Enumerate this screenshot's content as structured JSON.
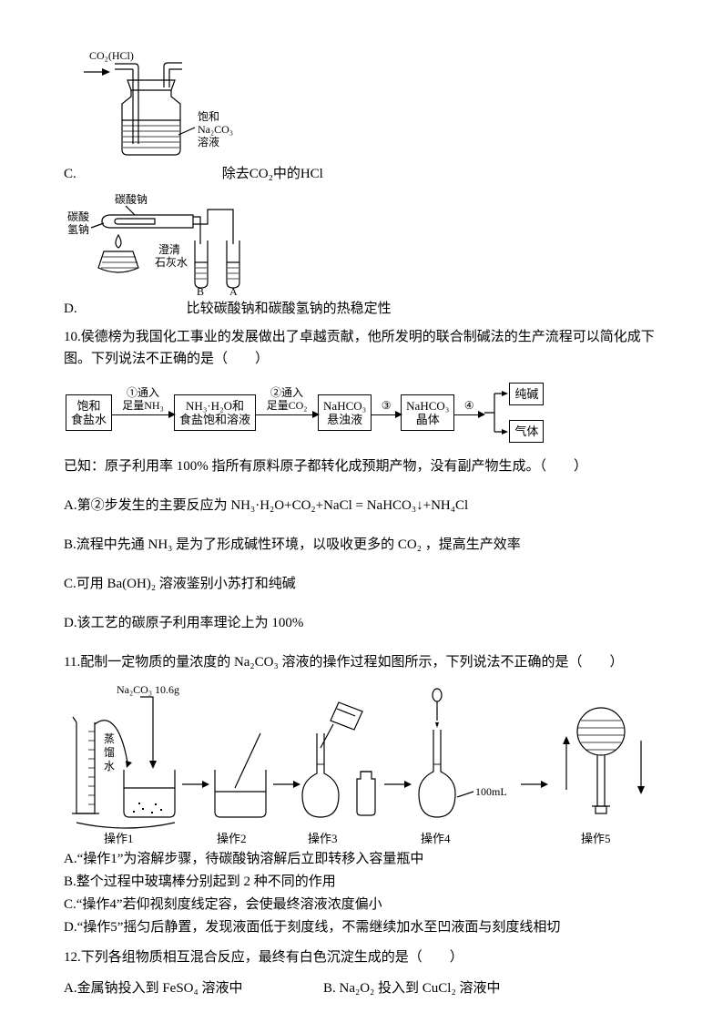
{
  "sectionC": {
    "label": "C.",
    "caption": "除去CO₂中的HCl",
    "gas": "CO₂(HCl)",
    "sol1": "饱和",
    "sol2": "Na₂CO₃",
    "sol3": "溶液"
  },
  "sectionD": {
    "label": "D.",
    "caption": "比较碳酸钠和碳酸氢钠的热稳定性",
    "top": "碳酸钠",
    "left1": "碳酸",
    "left2": "氢钠",
    "lime1": "澄清",
    "lime2": "石灰水",
    "tubeB": "B",
    "tubeA": "A"
  },
  "q10": {
    "stem": "10.侯德榜为我国化工事业的发展做出了卓越贡献，他所发明的联合制碱法的生产流程可以简化成下图。下列说法不正确的是（　　）",
    "flow": {
      "b1l1": "饱和",
      "b1l2": "食盐水",
      "a1l1": "①通入",
      "a1l2": "足量NH₃",
      "b2l1": "NH₃·H₂O和",
      "b2l2": "食盐饱和溶液",
      "a2l1": "②通入",
      "a2l2": "足量CO₂",
      "b3l1": "NaHCO₃",
      "b3l2": "悬浊液",
      "a3": "③",
      "b4l1": "NaHCO₃",
      "b4l2": "晶体",
      "a4": "④",
      "b5": "纯碱",
      "b6": "气体"
    },
    "known": "已知：原子利用率 100% 指所有原料原子都转化成预期产物，没有副产物生成。（　　）",
    "optA": "A.第②步发生的主要反应为 NH₃·H₂O+CO₂+NaCl = NaHCO₃↓+NH₄Cl",
    "optB": "B.流程中先通 NH₃ 是为了形成碱性环境，以吸收更多的 CO₂ ，提高生产效率",
    "optC": "C.可用 Ba(OH)₂ 溶液鉴别小苏打和纯碱",
    "optD": "D.该工艺的碳原子利用率理论上为 100%"
  },
  "q11": {
    "stem": "11.配制一定物质的量浓度的 Na₂CO₃ 溶液的操作过程如图所示，下列说法不正确的是（　　）",
    "labels": {
      "salt": "Na₂CO₃ 10.6g",
      "water": "蒸馏水",
      "vol": "100mL",
      "op1": "操作1",
      "op2": "操作2",
      "op3": "操作3",
      "op4": "操作4",
      "op5": "操作5"
    },
    "optA": "A.“操作1”为溶解步骤，待碳酸钠溶解后立即转移入容量瓶中",
    "optB": "B.整个过程中玻璃棒分别起到 2 种不同的作用",
    "optC": "C.“操作4”若仰视刻度线定容，会使最终溶液浓度偏小",
    "optD": "D.“操作5”摇匀后静置，发现液面低于刻度线，不需继续加水至凹液面与刻度线相切"
  },
  "q12": {
    "stem": "12.下列各组物质相互混合反应，最终有白色沉淀生成的是（　　）",
    "optA": "A.金属钠投入到 FeSO₄ 溶液中",
    "optB": "B. Na₂O₂ 投入到 CuCl₂ 溶液中"
  }
}
